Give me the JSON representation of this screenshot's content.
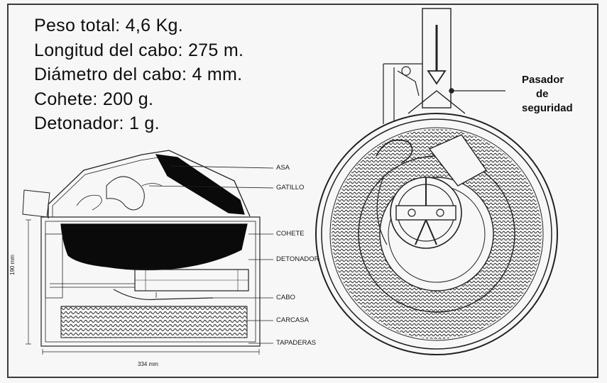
{
  "specs": {
    "peso": "Peso total: 4,6 Kg.",
    "longitud": "Longitud del cabo: 275 m.",
    "diametro": "Diámetro del cabo: 4 mm.",
    "cohete": "Cohete: 200 g.",
    "detonador": "Detonador: 1 g."
  },
  "side_labels": {
    "asa": "ASA",
    "gatillo": "GATILLO",
    "cohete": "COHETE",
    "detonador": "DETONADOR",
    "cabo": "CABO",
    "carcasa": "CARCASA",
    "tapaderas": "TAPADERAS"
  },
  "dimensions": {
    "height": "190 mm",
    "width": "334 mm"
  },
  "front_view": {
    "label_line1": "Pasador",
    "label_line2": "de",
    "label_line3": "seguridad"
  }
}
